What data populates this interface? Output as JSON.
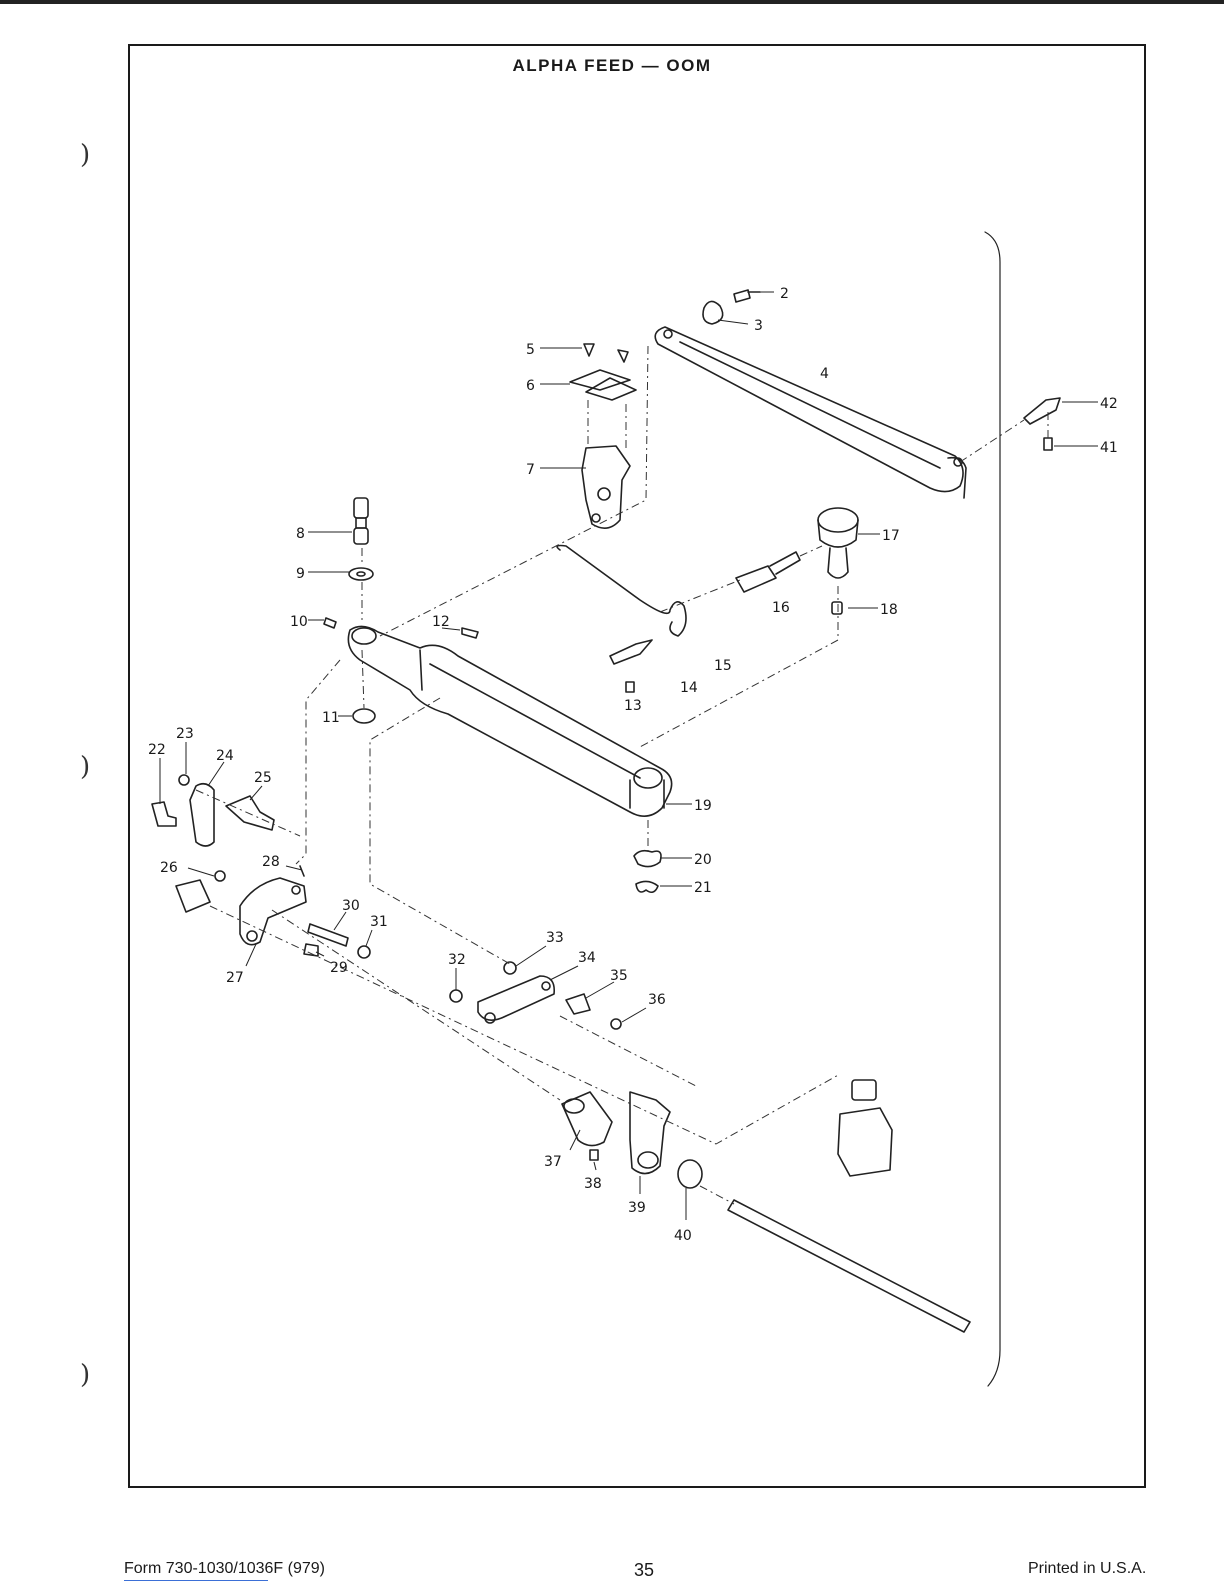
{
  "diagram": {
    "title": "ALPHA FEED — OOM",
    "callouts": [
      "2",
      "3",
      "4",
      "5",
      "6",
      "7",
      "8",
      "9",
      "10",
      "11",
      "12",
      "13",
      "14",
      "15",
      "16",
      "17",
      "18",
      "19",
      "20",
      "21",
      "22",
      "23",
      "24",
      "25",
      "26",
      "27",
      "28",
      "29",
      "30",
      "31",
      "32",
      "33",
      "34",
      "35",
      "36",
      "37",
      "38",
      "39",
      "40",
      "41",
      "42"
    ]
  },
  "footer": {
    "form": "Form 730-1030/1036F (979)",
    "page": "35",
    "printed": "Printed in U.S.A."
  }
}
